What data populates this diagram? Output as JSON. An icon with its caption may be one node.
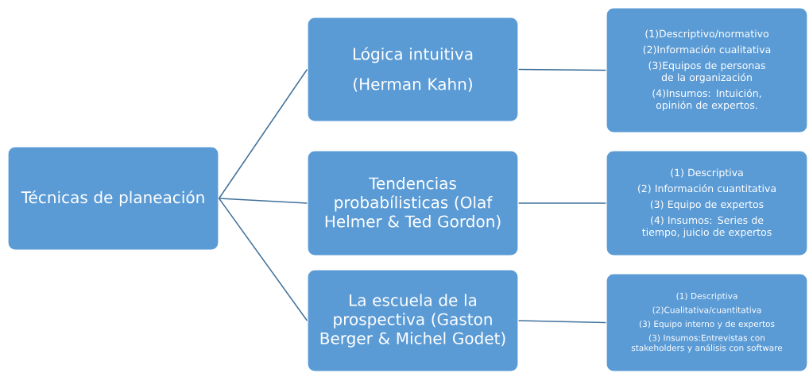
{
  "diagram": {
    "nodes": [
      {
        "text": [
          "Técnicas de planeación"
        ]
      },
      {
        "text": [
          "Lógica intuitiva",
          "(Herman Kahn)"
        ]
      },
      {
        "text": [
          "(1)Descriptivo/normativo",
          "(2)Información cualitativa",
          "(3)Equipos de personas de la organización",
          "(4)Insumos: Intuición, opinión de expertos."
        ]
      },
      {
        "text": [
          "Tendencias probabílisticas (Olaf Helmer & Ted Gordon)"
        ]
      },
      {
        "text": [
          "(1) Descriptiva",
          "(2) Información cuantitativa",
          "(3) Equipo de expertos",
          "(4) Insumos: Series de tiempo, juicio de expertos"
        ]
      },
      {
        "text": [
          "La escuela de la prospectiva (Gaston Berger & Michel Godet)"
        ]
      },
      {
        "text": [
          "(1) Descriptiva",
          "(2)Cualitativa/cuantitativa",
          "(3) Equipo interno y de expertos",
          "(3) Insumos:Entrevistas con stakeholders y análisis con software"
        ]
      }
    ],
    "edges": [
      {
        "from": 0,
        "to": 1,
        "arrow": "none"
      },
      {
        "from": 0,
        "to": 3,
        "arrow": "none"
      },
      {
        "from": 0,
        "to": 5,
        "arrow": "none"
      },
      {
        "from": 1,
        "to": 2,
        "arrow": "none"
      },
      {
        "from": 3,
        "to": 4,
        "arrow": "none"
      },
      {
        "from": 5,
        "to": 6,
        "arrow": "none"
      }
    ]
  }
}
